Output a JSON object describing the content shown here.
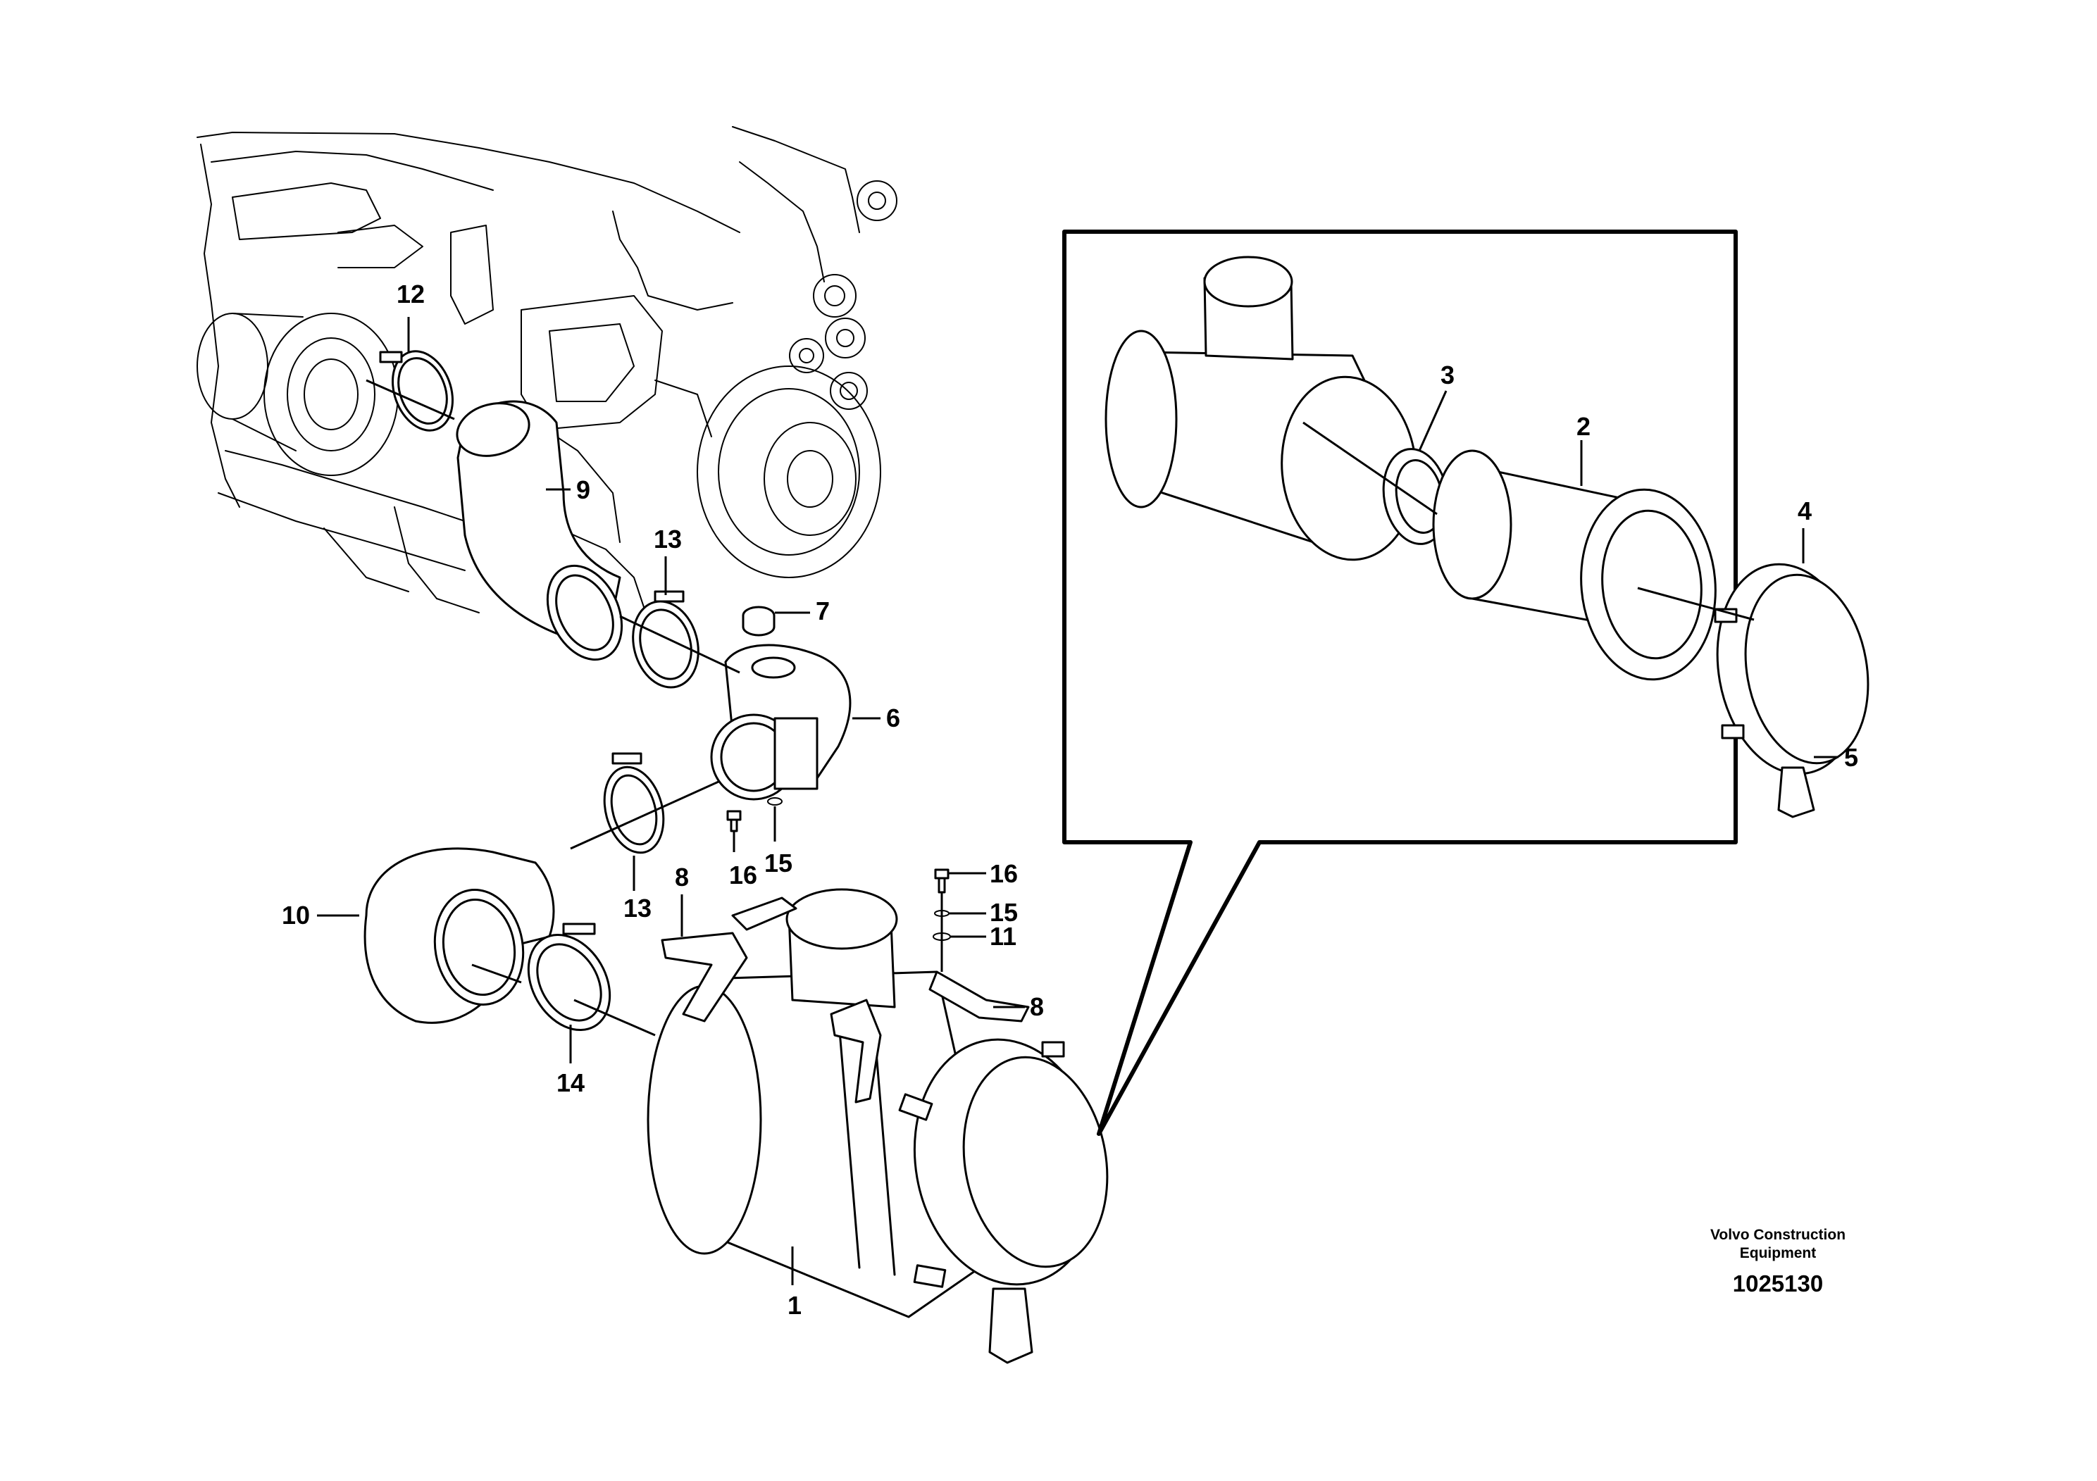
{
  "callouts": {
    "c1": "1",
    "c2": "2",
    "c3": "3",
    "c4": "4",
    "c5": "5",
    "c6": "6",
    "c7": "7",
    "c8a": "8",
    "c8b": "8",
    "c9": "9",
    "c10": "10",
    "c11": "11",
    "c12": "12",
    "c13a": "13",
    "c13b": "13",
    "c14": "14",
    "c15a": "15",
    "c15b": "15",
    "c16a": "16",
    "c16b": "16"
  },
  "footer": {
    "brand_line1": "Volvo Construction",
    "brand_line2": "Equipment",
    "drawing_number": "1025130"
  }
}
